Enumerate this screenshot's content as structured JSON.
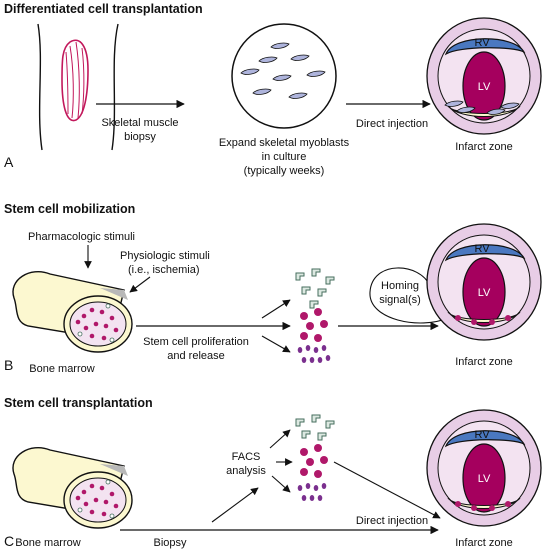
{
  "panels": [
    {
      "letter": "A",
      "heading": "Differentiated cell transplantation",
      "labels": {
        "step1": [
          "Skeletal muscle",
          "biopsy"
        ],
        "step2": [
          "Expand skeletal myoblasts",
          "in culture",
          "(typically weeks)"
        ],
        "step3": "Direct injection",
        "result": "Infarct zone"
      }
    },
    {
      "letter": "B",
      "heading": "Stem cell mobilization",
      "labels": {
        "stimulus1": "Pharmacologic stimuli",
        "stimulus2": [
          "Physiologic stimuli",
          "(i.e., ischemia)"
        ],
        "source": "Bone marrow",
        "step": [
          "Stem cell proliferation",
          "and release"
        ],
        "homing": [
          "Homing",
          "signal(s)"
        ],
        "result": "Infarct zone"
      }
    },
    {
      "letter": "C",
      "heading": "Stem cell transplantation",
      "labels": {
        "source": "Bone marrow",
        "step1": "Biopsy",
        "step2": [
          "FACS",
          "analysis"
        ],
        "step3": "Direct injection",
        "result": "Infarct zone"
      }
    }
  ],
  "heart": {
    "rv": "RV",
    "lv": "LV"
  },
  "colors": {
    "pericardium": "#e8cde6",
    "rv": "#4a78c0",
    "lv": "#a5005e",
    "bone": "#fcf8d0",
    "marrow_cells": "#b0186a",
    "violet_cells": "#7a2f8e",
    "teal_cells": "#6a9080",
    "myoblast": "#aeb4dc"
  }
}
